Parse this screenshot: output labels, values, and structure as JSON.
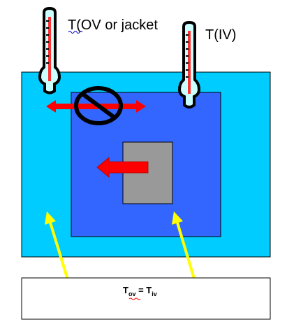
{
  "labels": {
    "thermometer_outer": "T(OV or jacket",
    "thermometer_inner": "T(IV)"
  },
  "equation": {
    "lhs_symbol": "T",
    "lhs_subscript": "ov",
    "equals": " = ",
    "rhs_symbol": "T",
    "rhs_subscript": "iv"
  },
  "colors": {
    "outer_vessel": "#00ccff",
    "inner_vessel": "#3366ff",
    "sample": "#999999",
    "heat_arrow": "#ff0000",
    "pointer_arrow": "#ffff00",
    "thermometer_glass": "#ccffff",
    "thermometer_mercury": "#ff3333",
    "prohibition_sign": "#000000",
    "spellcheck_underline": "#0000cc"
  },
  "icons": {
    "outer_thermometer": "thermometer-icon",
    "inner_thermometer": "thermometer-icon",
    "no_heat_flow": "prohibition-icon"
  }
}
